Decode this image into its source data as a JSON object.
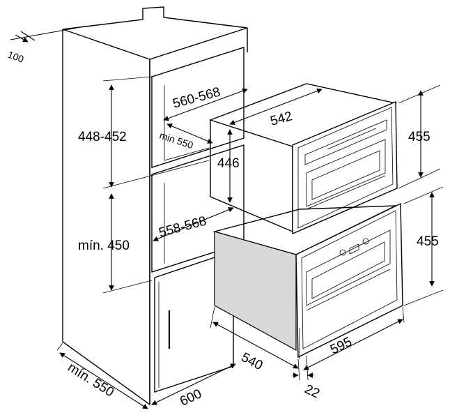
{
  "dimensions": {
    "gap_top": "100",
    "niche_width_top": "560-568",
    "niche_height_top": "448-452",
    "min_depth_top": "min 550",
    "upper_oven_height": "446",
    "upper_oven_depth": "542",
    "upper_front_height": "455",
    "niche_width_bottom": "558-568",
    "niche_height_bottom": "mín. 450",
    "lower_front_height": "455",
    "lower_oven_depth": "540",
    "front_width": "595",
    "front_thickness": "22",
    "cabinet_width": "600",
    "cabinet_depth": "mín. 550"
  }
}
